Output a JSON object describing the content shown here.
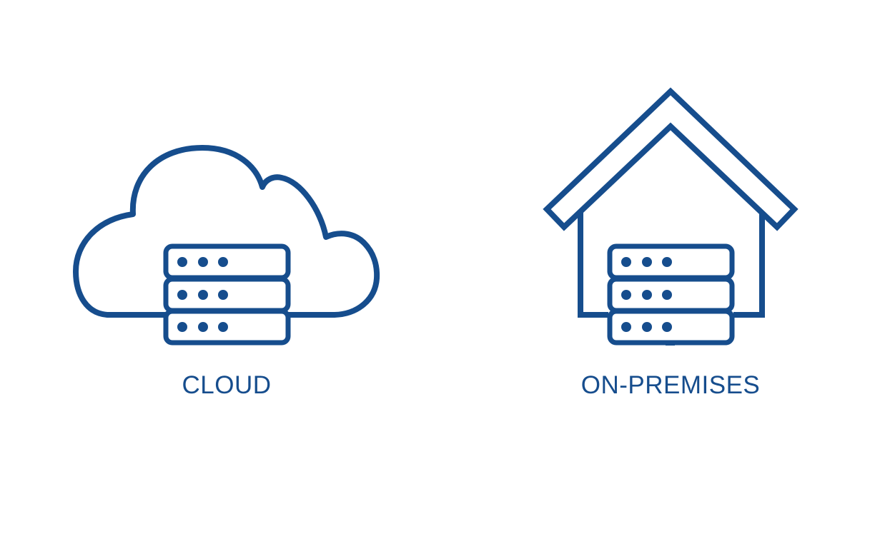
{
  "page": {
    "background": "#ffffff",
    "accent_color": "#164d8d",
    "muted_connector_color": "#ccd2da"
  },
  "diagram": {
    "type": "comparison",
    "items": [
      {
        "id": "cloud",
        "label": "CLOUD",
        "icon": "cloud-servers-icon"
      },
      {
        "id": "on-premises",
        "label": "ON-PREMISES",
        "icon": "house-servers-icon"
      }
    ]
  }
}
